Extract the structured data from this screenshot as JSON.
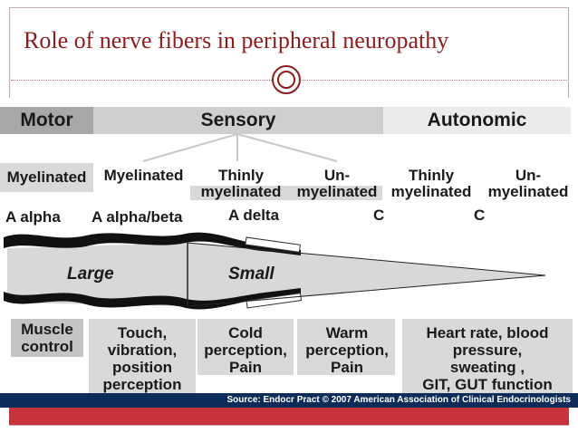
{
  "slide": {
    "title": "Role of nerve fibers in peripheral neuropathy",
    "source": "Source: Endocr Pract © 2007 American Association of Clinical Endocrinologists"
  },
  "categories": {
    "motor": "Motor",
    "sensory": "Sensory",
    "autonomic": "Autonomic"
  },
  "fiber_types": [
    {
      "line1": "Myelinated",
      "line2": ""
    },
    {
      "line1": "Myelinated",
      "line2": ""
    },
    {
      "line1": "Thinly",
      "line2": "myelinated"
    },
    {
      "line1": "Un-",
      "line2": "myelinated"
    },
    {
      "line1": "Thinly",
      "line2": "myelinated"
    },
    {
      "line1": "Un-",
      "line2": "myelinated"
    }
  ],
  "fiber_classes": [
    "A alpha",
    "A alpha/beta",
    "A delta",
    "C",
    "C"
  ],
  "nerve_labels": {
    "large": "Large",
    "small": "Small"
  },
  "functions": [
    {
      "lines": [
        "Muscle",
        "control"
      ]
    },
    {
      "lines": [
        "Touch,",
        "vibration,",
        "position",
        "perception"
      ]
    },
    {
      "lines": [
        "Cold",
        "perception,",
        "Pain"
      ]
    },
    {
      "lines": [
        "Warm",
        "perception,",
        "Pain"
      ]
    },
    {
      "lines": [
        "Heart rate, blood",
        "pressure,",
        "sweating ,",
        "GIT, GUT function"
      ]
    }
  ],
  "colors": {
    "title": "#8a1e1e",
    "source_bar": "#0e2c58",
    "accent_bar": "#c9323a",
    "box_fill": "#d9d9d9"
  }
}
